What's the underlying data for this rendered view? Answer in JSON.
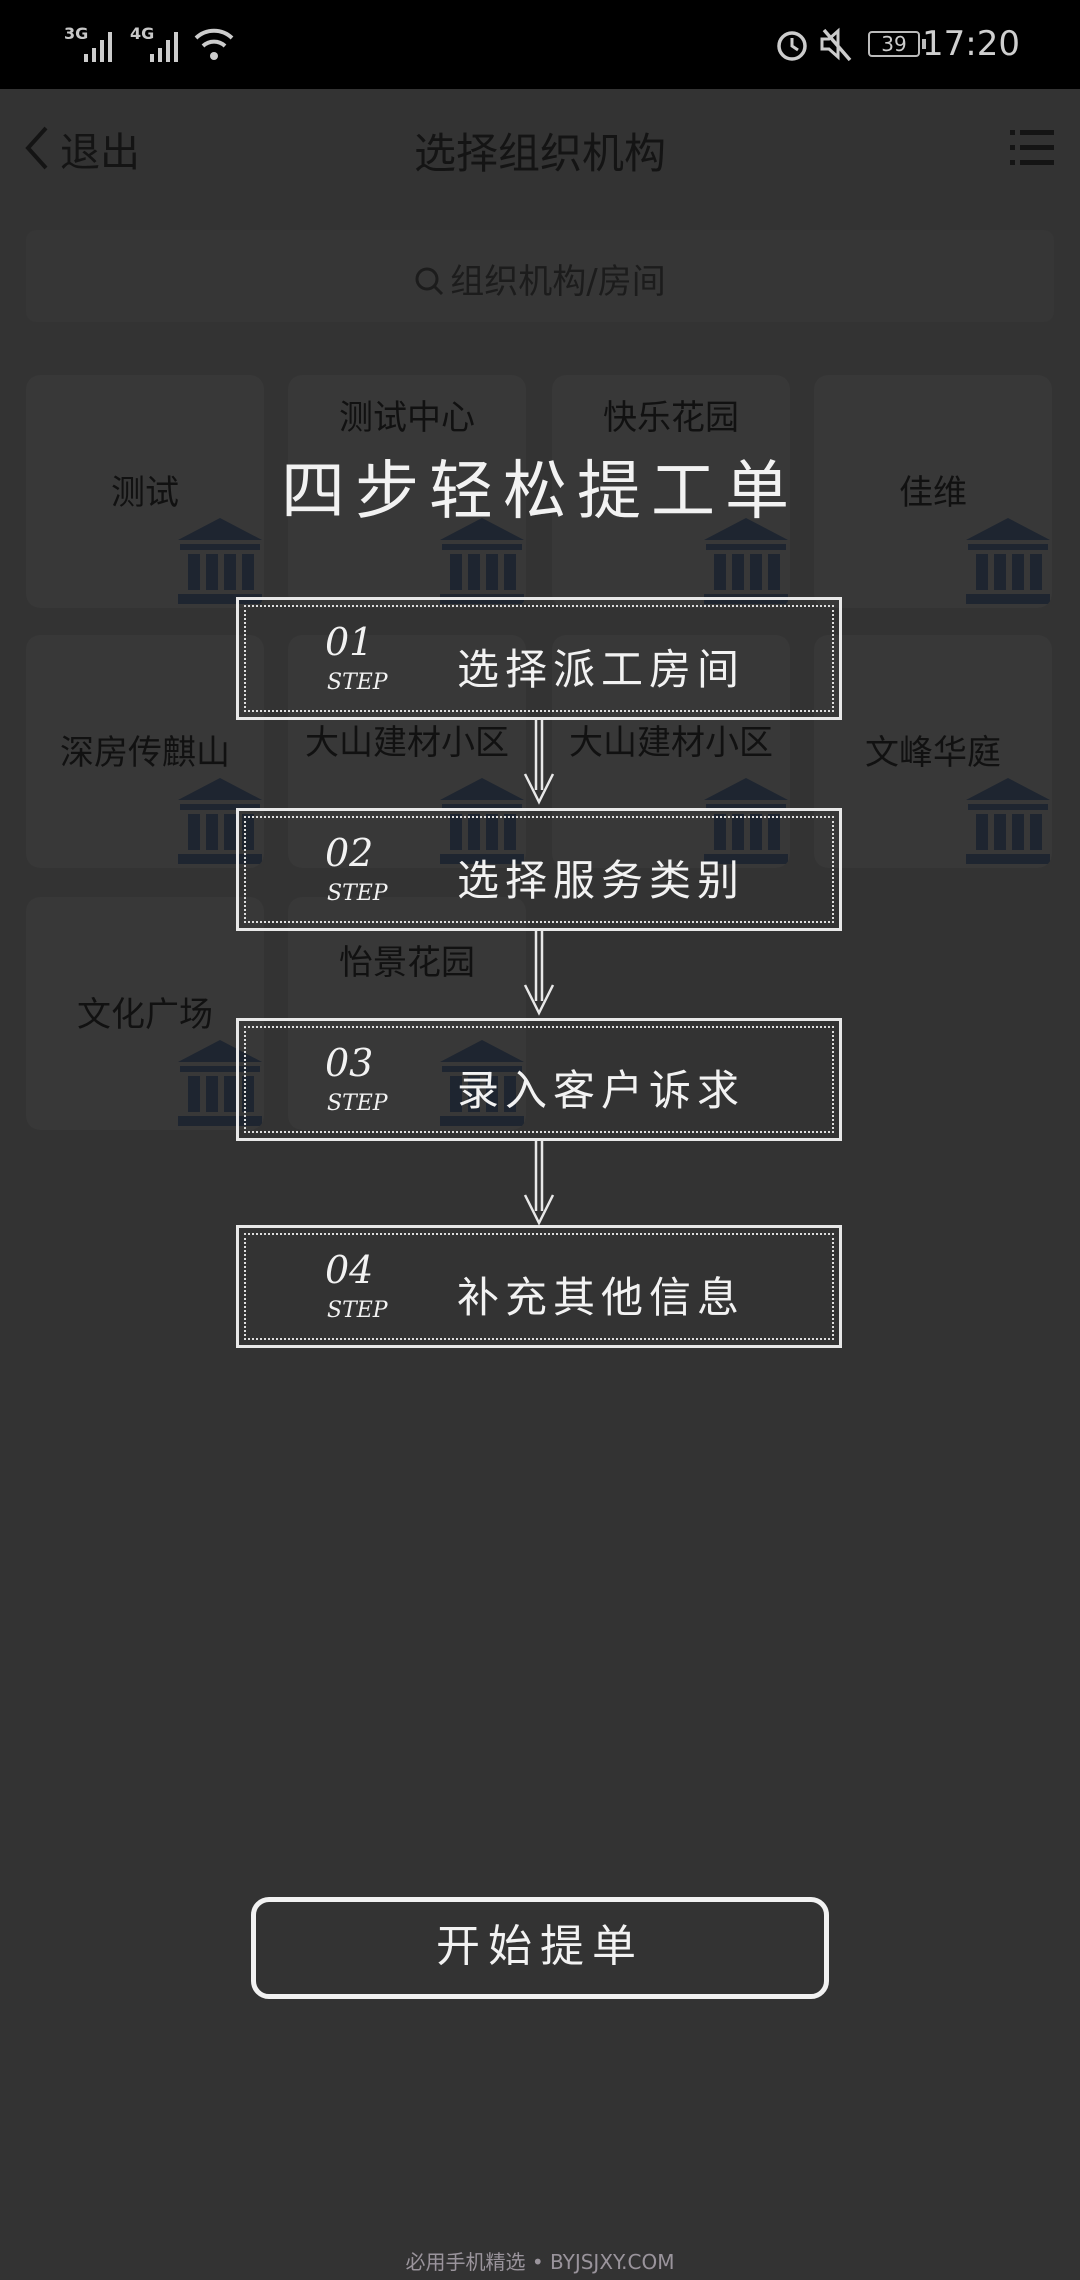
{
  "status_bar": {
    "signal1": "3G",
    "signal2": "4G",
    "battery": "39",
    "time": "17:20"
  },
  "header": {
    "back_label": "退出",
    "title": "选择组织机构"
  },
  "search": {
    "placeholder": "组织机构/房间"
  },
  "organizations": [
    {
      "name": "测试"
    },
    {
      "name": "测试中心"
    },
    {
      "name": "快乐花园"
    },
    {
      "name": "佳维"
    },
    {
      "name": "深房传麒山"
    },
    {
      "name": "大山建材小区"
    },
    {
      "name": "大山建材小区"
    },
    {
      "name": "文峰华庭"
    },
    {
      "name": "文化广场"
    },
    {
      "name": "怡景花园"
    }
  ],
  "guide": {
    "title": "四步轻松提工单",
    "step_word": "STEP",
    "steps": [
      {
        "num": "01",
        "text": "选择派工房间"
      },
      {
        "num": "02",
        "text": "选择服务类别"
      },
      {
        "num": "03",
        "text": "录入客户诉求"
      },
      {
        "num": "04",
        "text": "补充其他信息"
      }
    ],
    "start_label": "开始提单"
  },
  "footer": "必用手机精选 • BYJSJXY.COM",
  "colors": {
    "background": "#333333",
    "overlay_text": "#f2f2f2",
    "icon": "#1e2530"
  }
}
